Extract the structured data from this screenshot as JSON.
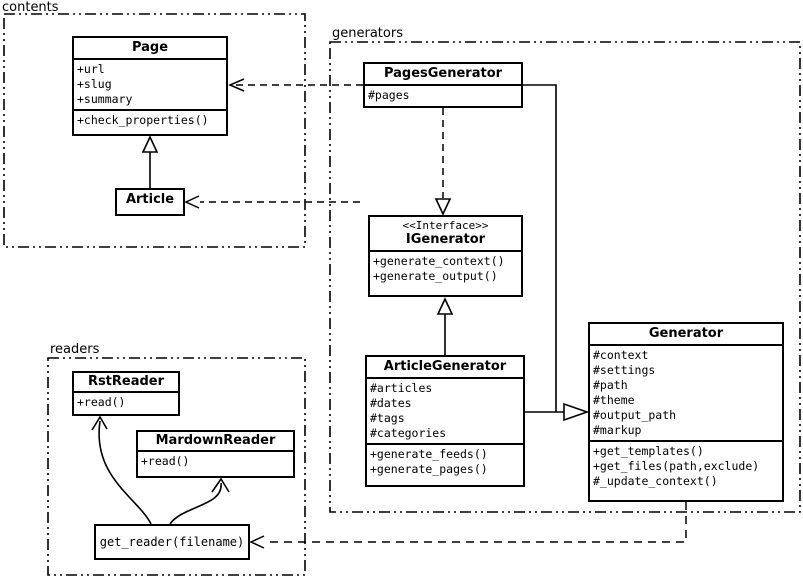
{
  "diagram": {
    "packages": {
      "contents": "contents",
      "generators": "generators",
      "readers": "readers"
    },
    "classes": {
      "page": {
        "title": "Page",
        "attributes": [
          "+url",
          "+slug",
          "+summary"
        ],
        "methods": [
          "+check_properties()"
        ]
      },
      "article": {
        "title": "Article"
      },
      "pages_generator": {
        "title": "PagesGenerator",
        "attributes": [
          "#pages"
        ]
      },
      "igenerator": {
        "stereotype": "<<Interface>>",
        "title": "IGenerator",
        "methods": [
          "+generate_context()",
          "+generate_output()"
        ]
      },
      "article_generator": {
        "title": "ArticleGenerator",
        "attributes": [
          "#articles",
          "#dates",
          "#tags",
          "#categories"
        ],
        "methods": [
          "+generate_feeds()",
          "+generate_pages()"
        ]
      },
      "generator": {
        "title": "Generator",
        "attributes": [
          "#context",
          "#settings",
          "#path",
          "#theme",
          "#output_path",
          "#markup"
        ],
        "methods": [
          "+get_templates()",
          "+get_files(path,exclude)",
          "#_update_context()"
        ]
      },
      "rst_reader": {
        "title": "RstReader",
        "methods": [
          "+read()"
        ]
      },
      "markdown_reader": {
        "title": "MardownReader",
        "methods": [
          "+read()"
        ]
      },
      "get_reader": {
        "label": "get_reader(filename)"
      }
    }
  }
}
